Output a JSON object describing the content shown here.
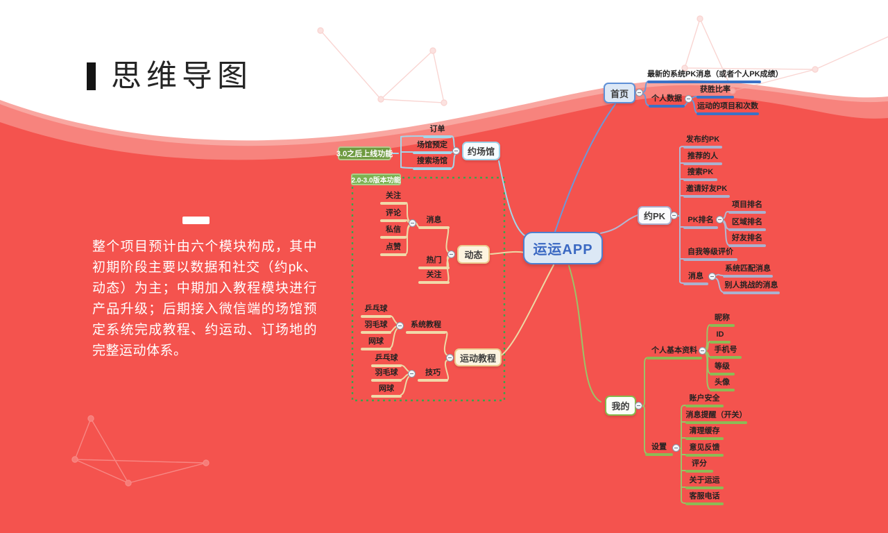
{
  "header": {
    "title": "思维导图"
  },
  "intro": {
    "text": "整个项目预计由六个模块构成，其中初期阶段主要以数据和社交（约pk、动态）为主；中期加入教程模块进行产品升级；后期接入微信端的场馆预定系统完成教程、约运动、订场地的完整运动体系。"
  },
  "colors": {
    "background_red": "#f4534e",
    "wave_light": "#f7837d",
    "wave_lighter": "#f9a7a1",
    "home_accent": "#3a72c6",
    "venue_accent": "#a3d6ea",
    "feed_accent": "#f0d9a9",
    "pk_accent": "#abb1ce",
    "mine_accent": "#8cbb55",
    "tag_dark_green": "#6e9a40",
    "tag_light_green": "#7cb252",
    "dashed_region_green": "#3fa24b",
    "central_text_blue": "#3a68c2"
  },
  "map": {
    "central": {
      "label": "运运APP"
    },
    "home": {
      "label": "首页",
      "news": "最新的系统PK消息（或者个人PK成绩）",
      "personal_data": {
        "label": "个人数据",
        "win_rate": "获胜比率",
        "items_count": "运动的项目和次数"
      }
    },
    "venue": {
      "tag": "3.0之后上线功能",
      "label": "约场馆",
      "order": "订单",
      "reserve": "场馆预定",
      "search": "搜索场馆"
    },
    "feed": {
      "tag": "2.0-3.0版本功能",
      "label": "动态",
      "message": {
        "label": "消息",
        "follow": "关注",
        "comment": "评论",
        "private_msg": "私信",
        "like": "点赞"
      },
      "hot": "热门",
      "follow": "关注"
    },
    "pk": {
      "label": "约PK",
      "publish": "发布约PK",
      "recommend": "推荐的人",
      "search": "搜索PK",
      "invite": "邀请好友PK",
      "rank": {
        "label": "PK排名",
        "project": "项目排名",
        "region": "区域排名",
        "friend": "好友排名"
      },
      "self_rating": "自我等级评价",
      "message": {
        "label": "消息",
        "system_match": "系统匹配消息",
        "challenge": "别人挑战的消息"
      }
    },
    "tutorial": {
      "label": "运动教程",
      "system": {
        "label": "系统教程",
        "pingpong": "乒乓球",
        "badminton": "羽毛球",
        "tennis": "网球"
      },
      "skill": {
        "label": "技巧",
        "pingpong": "乒乓球",
        "badminton": "羽毛球",
        "tennis": "网球"
      }
    },
    "mine": {
      "label": "我的",
      "profile": {
        "label": "个人基本资料",
        "nickname": "昵称",
        "id": "ID",
        "phone": "手机号",
        "level": "等级",
        "avatar": "头像"
      },
      "settings": {
        "label": "设置",
        "security": "账户安全",
        "notify": "消息提醒（开关）",
        "cache": "清理缓存",
        "feedback": "意见反馈",
        "rating": "评分",
        "about": "关于运运",
        "hotline": "客服电话"
      }
    }
  }
}
